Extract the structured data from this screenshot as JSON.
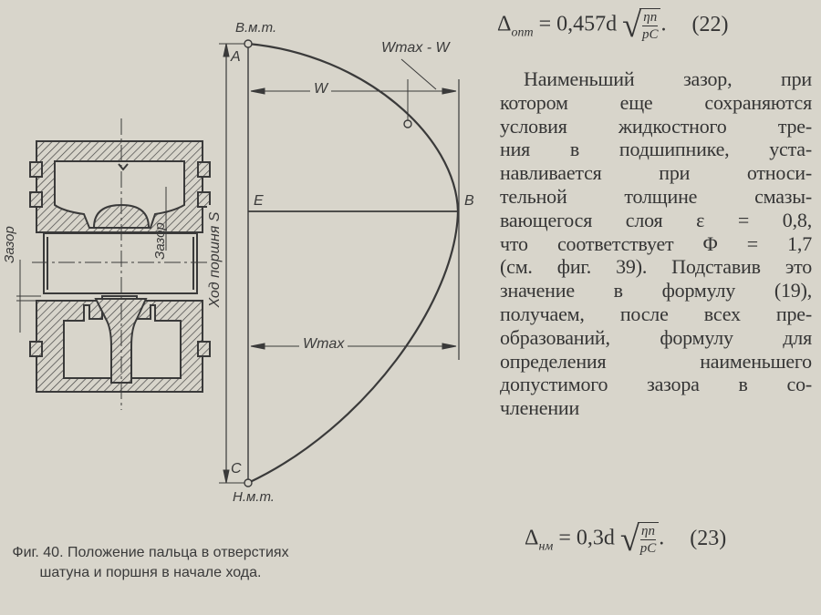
{
  "figure": {
    "labels": {
      "top_dead_center": "В.м.т.",
      "bottom_dead_center": "Н.м.т.",
      "point_a": "A",
      "point_b": "B",
      "point_c": "C",
      "point_e": "E",
      "w": "W",
      "w_max": "Wmax",
      "w_max_minus_w": "Wmax - W",
      "stroke": "Ход поршня S",
      "gap_left": "Зазор",
      "gap_center": "Зазор"
    },
    "caption_line1": "Фиг. 40. Положение пальца в отверстиях",
    "caption_line2": "шатуна и поршня в начале хода."
  },
  "formula22": {
    "lhs": "Δ",
    "sub": "опт",
    "rhs": "= 0,457d",
    "num": "ηn",
    "den": "pC",
    "number": "(22)"
  },
  "text_lines": [
    "Наименьший зазор, при",
    "котором еще сохраняются",
    "условия жидкостного тре-",
    "ния в подшипнике, уста-",
    "навливается при относи-",
    "тельной толщине смазы-",
    "вающегося слоя ε = 0,8,",
    "что соответствует Φ = 1,7",
    "(см. фиг. 39). Подставив это",
    "значение в формулу (19),",
    "получаем, после всех пре-",
    "образований, формулу для",
    "определения наименьшего",
    "допустимого зазора в со-",
    "членении"
  ],
  "formula23": {
    "lhs": "Δ",
    "sub": "нм",
    "rhs": "= 0,3d",
    "num": "ηn",
    "den": "pC",
    "number": "(23)"
  }
}
